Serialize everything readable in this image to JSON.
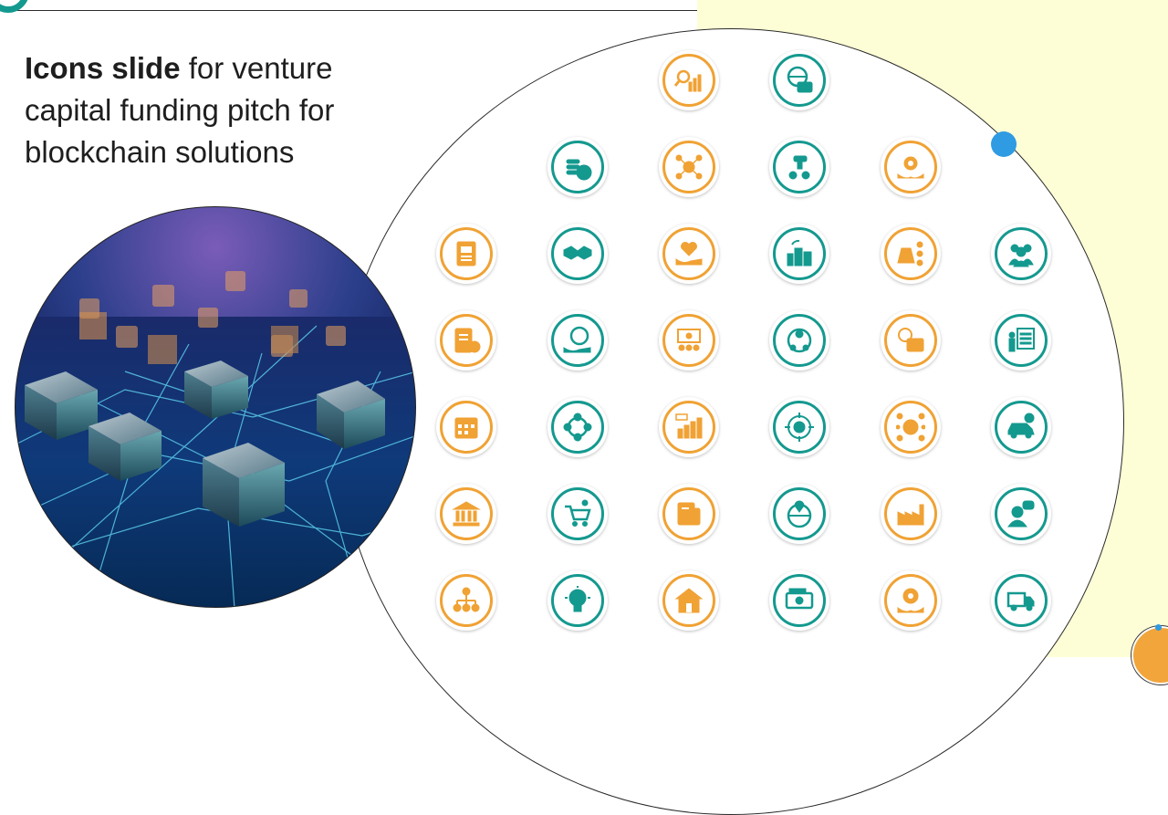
{
  "slide": {
    "title_bold": "Icons slide",
    "title_rest": " for venture capital funding pitch for blockchain solutions"
  },
  "colors": {
    "orange": "#f0a234",
    "teal": "#14998f",
    "accent_dot": "#2e9be3",
    "panel": "#fefed6"
  },
  "photo": {
    "name": "blockchain-blocks-photo"
  },
  "icons": [
    {
      "name": "analytics-magnifier-chart-icon",
      "color": "orange"
    },
    {
      "name": "global-payment-card-icon",
      "color": "teal"
    },
    {
      "name": "coin-stack-dollar-icon",
      "color": "teal"
    },
    {
      "name": "network-hub-icon",
      "color": "orange"
    },
    {
      "name": "funding-tap-icon",
      "color": "teal"
    },
    {
      "name": "gear-hand-icon",
      "color": "orange"
    },
    {
      "name": "document-icon",
      "color": "orange"
    },
    {
      "name": "handshake-icon",
      "color": "teal"
    },
    {
      "name": "heart-hand-icon",
      "color": "orange"
    },
    {
      "name": "smart-city-icon",
      "color": "teal"
    },
    {
      "name": "money-bag-network-icon",
      "color": "orange"
    },
    {
      "name": "team-icon",
      "color": "teal"
    },
    {
      "name": "invoice-coins-icon",
      "color": "orange"
    },
    {
      "name": "dollar-hand-icon",
      "color": "teal"
    },
    {
      "name": "presentation-team-icon",
      "color": "orange"
    },
    {
      "name": "user-cycle-icon",
      "color": "teal"
    },
    {
      "name": "global-certificate-icon",
      "color": "orange"
    },
    {
      "name": "checklist-presenter-icon",
      "color": "teal"
    },
    {
      "name": "calendar-icon",
      "color": "orange"
    },
    {
      "name": "people-cycle-icon",
      "color": "teal"
    },
    {
      "name": "ipo-bar-chart-icon",
      "color": "orange"
    },
    {
      "name": "target-growth-icon",
      "color": "teal"
    },
    {
      "name": "dollar-network-icon",
      "color": "orange"
    },
    {
      "name": "electric-car-icon",
      "color": "teal"
    },
    {
      "name": "bank-icon",
      "color": "orange"
    },
    {
      "name": "ecommerce-cart-icon",
      "color": "teal"
    },
    {
      "name": "report-document-icon",
      "color": "orange"
    },
    {
      "name": "global-location-icon",
      "color": "teal"
    },
    {
      "name": "factory-icon",
      "color": "orange"
    },
    {
      "name": "user-chat-icon",
      "color": "teal"
    },
    {
      "name": "org-chart-icon",
      "color": "orange"
    },
    {
      "name": "idea-bulb-icon",
      "color": "teal"
    },
    {
      "name": "house-icon",
      "color": "orange"
    },
    {
      "name": "payment-cheque-icon",
      "color": "teal"
    },
    {
      "name": "gear-support-hand-icon",
      "color": "orange"
    },
    {
      "name": "delivery-truck-icon",
      "color": "teal"
    }
  ]
}
